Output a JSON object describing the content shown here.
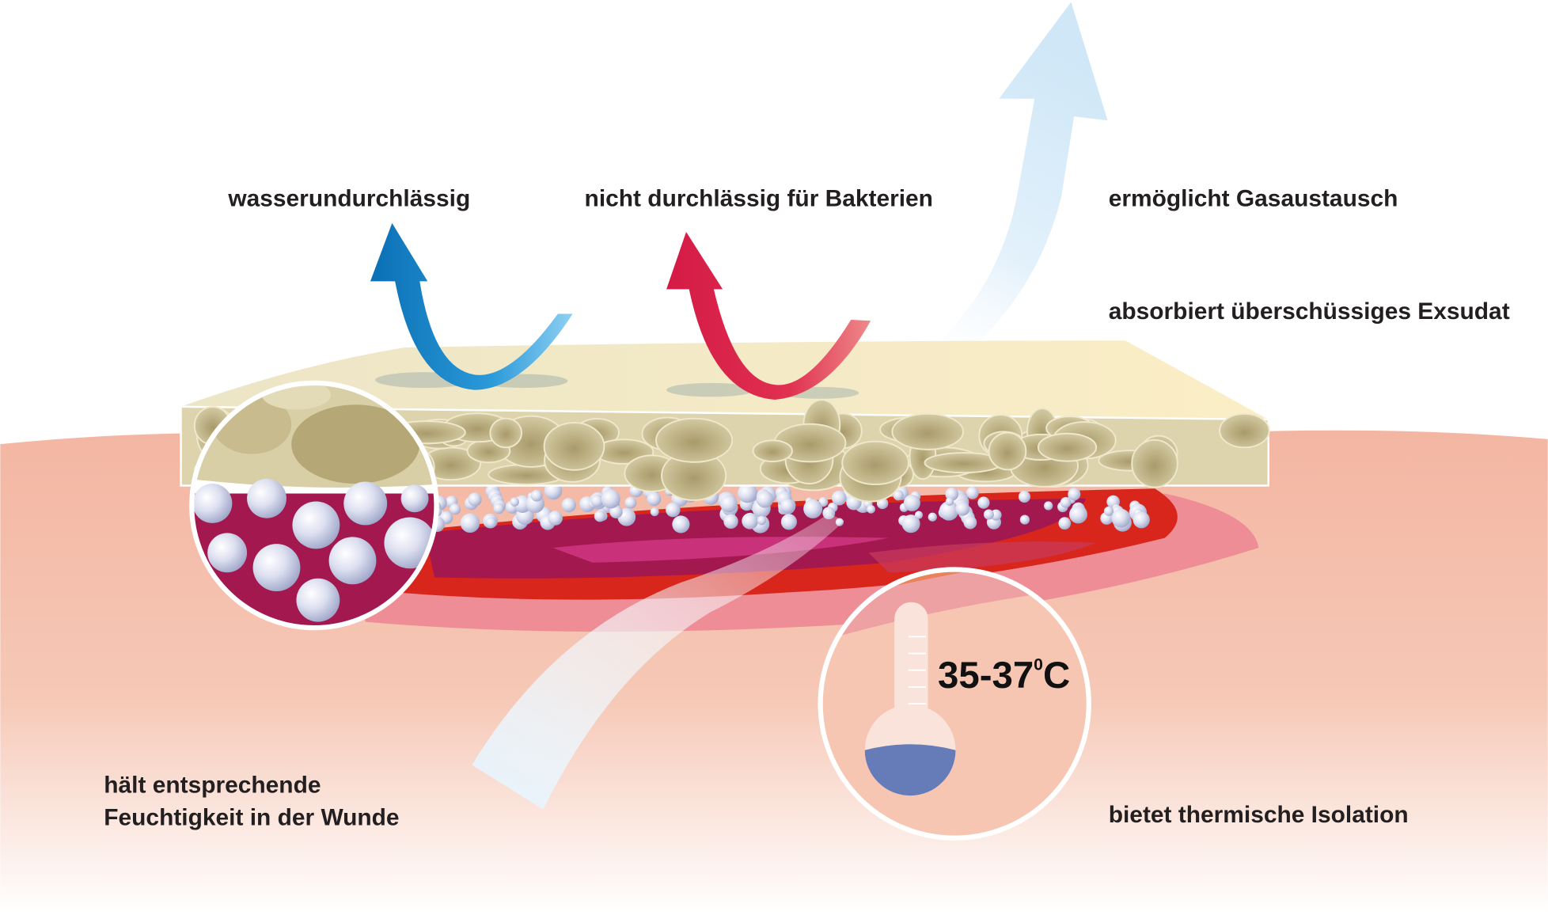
{
  "labels": {
    "waterproof": "wasserundurchlässig",
    "bacteria": "nicht durchlässig für Bakterien",
    "gas_exchange": "ermöglicht Gasaustausch",
    "absorbs": "absorbiert überschüssiges Exsudat",
    "moisture_line1": "hält entsprechende",
    "moisture_line2": "Feuchtigkeit in der Wunde",
    "thermal": "bietet thermische Isolation"
  },
  "thermometer": {
    "temperature": "35-37",
    "degree": "0",
    "unit": "C"
  },
  "colors": {
    "water_arrow": "#0a7bc2",
    "bacteria_arrow": "#d81e4a",
    "gas_arrow": "#d5ebf8",
    "skin": "#f4c0ad",
    "wound": "#d9261c",
    "pad": "#f7eccb"
  }
}
